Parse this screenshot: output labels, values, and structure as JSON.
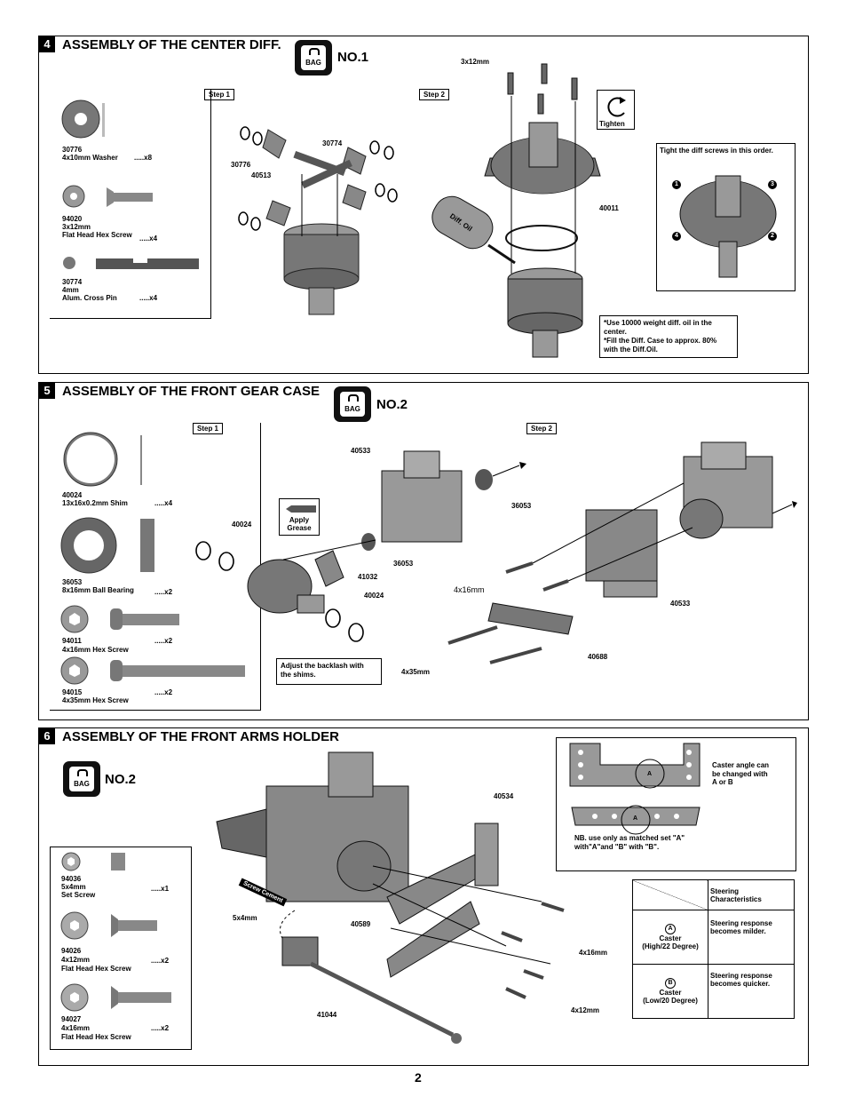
{
  "page_number": "2",
  "bag_label": "BAG",
  "sections": [
    {
      "number": "4",
      "title": "ASSEMBLY OF THE CENTER DIFF.",
      "bag": "NO.1",
      "steps": [
        "Step 1",
        "Step 2"
      ],
      "parts": [
        {
          "code": "30776",
          "desc": "4x10mm Washer",
          "qty": ".....x8"
        },
        {
          "code": "94020",
          "desc1": "3x12mm",
          "desc2": "Flat Head Hex Screw",
          "qty": ".....x4"
        },
        {
          "code": "30774",
          "desc1": "4mm",
          "desc2": "Alum. Cross Pin",
          "qty": ".....x4"
        }
      ],
      "labels": {
        "l30774": "30774",
        "l30776": "30776",
        "l40513": "40513",
        "screw": "3x12mm",
        "l40011": "40011",
        "diff_oil": "Diff. Oil",
        "tighten": "Tighten"
      },
      "order_note": "Tight the diff screws in this order.",
      "order_nums": [
        "1",
        "2",
        "3",
        "4"
      ],
      "oil_note": [
        "*Use 10000 weight diff. oil in the",
        " center.",
        "*Fill the Diff. Case to approx. 80%",
        " with the Diff.Oil."
      ]
    },
    {
      "number": "5",
      "title": "ASSEMBLY OF THE FRONT GEAR CASE",
      "bag": "NO.2",
      "steps": [
        "Step 1",
        "Step 2"
      ],
      "parts": [
        {
          "code": "40024",
          "desc": "13x16x0.2mm Shim",
          "qty": ".....x4"
        },
        {
          "code": "36053",
          "desc": "8x16mm Ball Bearing",
          "qty": ".....x2"
        },
        {
          "code": "94011",
          "desc": "4x16mm Hex Screw",
          "qty": ".....x2"
        },
        {
          "code": "94015",
          "desc": "4x35mm Hex Screw",
          "qty": ".....x2"
        }
      ],
      "labels": {
        "l40533a": "40533",
        "l36053a": "36053",
        "l36053b": "36053",
        "l40024a": "40024",
        "l40024b": "40024",
        "l41032": "41032",
        "apply": "Apply",
        "grease": "Grease",
        "l4x16": "4x16mm",
        "l4x35": "4x35mm",
        "l40533b": "40533",
        "l40688": "40688"
      },
      "backlash_note": [
        "Adjust the backlash with",
        "the shims."
      ]
    },
    {
      "number": "6",
      "title": "ASSEMBLY OF THE FRONT ARMS HOLDER",
      "bag": "NO.2",
      "parts": [
        {
          "code": "94036",
          "desc1": "5x4mm",
          "desc2": "Set Screw",
          "qty": ".....x1"
        },
        {
          "code": "94026",
          "desc1": "4x12mm",
          "desc2": "Flat Head Hex Screw",
          "qty": ".....x2"
        },
        {
          "code": "94027",
          "desc1": "4x16mm",
          "desc2": "Flat Head Hex Screw",
          "qty": ".....x2"
        }
      ],
      "labels": {
        "l40534": "40534",
        "l5x4": "5x4mm",
        "l40589": "40589",
        "l4x16": "4x16mm",
        "l4x12": "4x12mm",
        "l41044": "41044",
        "screw_cement": "Screw Cement"
      },
      "caster_note": [
        "Caster angle can",
        "be changed with",
        "A or B"
      ],
      "set_note": [
        "NB. use only as matched set \"A\"",
        "with\"A\"and \"B\" with \"B\"."
      ],
      "mark_a": "A",
      "table": {
        "header": [
          "Steering",
          "Characteristics"
        ],
        "rows": [
          {
            "mark": "A",
            "caster": "Caster",
            "angle": "(High/22 Degree)",
            "resp1": "Steering response",
            "resp2": "becomes milder."
          },
          {
            "mark": "B",
            "caster": "Caster",
            "angle": "(Low/20 Degree)",
            "resp1": "Steering response",
            "resp2": "becomes quicker."
          }
        ]
      }
    }
  ]
}
